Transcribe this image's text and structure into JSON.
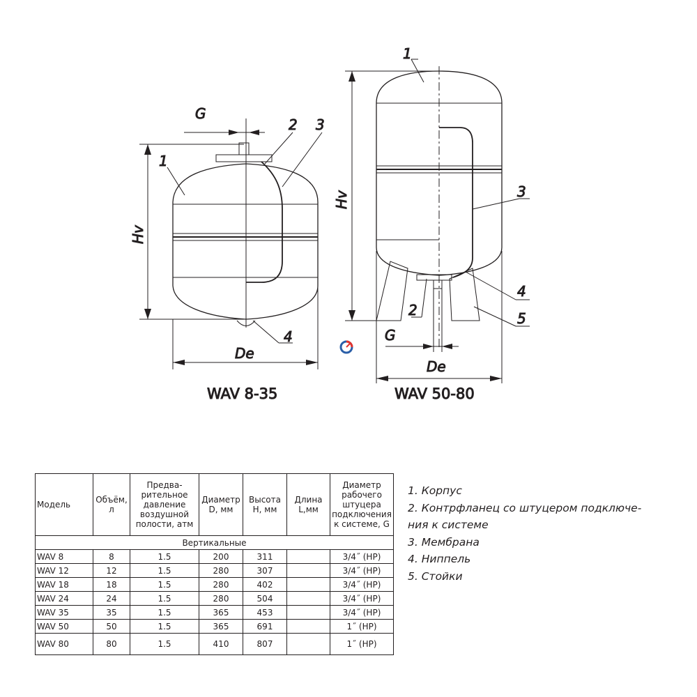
{
  "drawing": {
    "left": {
      "caption": "WAV 8-35",
      "dim_g": "G",
      "dim_h": "Hv",
      "dim_d": "De",
      "callouts": [
        "1",
        "2",
        "3",
        "4"
      ]
    },
    "right": {
      "caption": "WAV 50-80",
      "dim_g": "G",
      "dim_h": "Hv",
      "dim_d": "De",
      "callouts": [
        "1",
        "2",
        "3",
        "4",
        "5"
      ]
    }
  },
  "table": {
    "headers": [
      "Модель",
      "Объём, л",
      "Предва-рительное давление воздушной полости, атм",
      "Диаметр D, мм",
      "Высота H, мм",
      "Длина L,мм",
      "Диаметр рабочего штуцера подключения к системе, G"
    ],
    "group": "Вертикальные",
    "rows": [
      [
        "WAV 8",
        "8",
        "1.5",
        "200",
        "311",
        "",
        "3/4˝ (HP)"
      ],
      [
        "WAV 12",
        "12",
        "1.5",
        "280",
        "307",
        "",
        "3/4˝ (HP)"
      ],
      [
        "WAV 18",
        "18",
        "1.5",
        "280",
        "402",
        "",
        "3/4˝ (HP)"
      ],
      [
        "WAV 24",
        "24",
        "1.5",
        "280",
        "504",
        "",
        "3/4˝ (HP)"
      ],
      [
        "WAV 35",
        "35",
        "1.5",
        "365",
        "453",
        "",
        "3/4˝ (HP)"
      ],
      [
        "WAV 50",
        "50",
        "1.5",
        "365",
        "691",
        "",
        "1˝ (HP)"
      ],
      [
        "WAV 80",
        "80",
        "1.5",
        "410",
        "807",
        "",
        "1˝ (HP)"
      ]
    ]
  },
  "legend": [
    "1. Корпус",
    "2. Контрфланец со штуцером подключе-",
    "ния к системе",
    "3. Мембрана",
    "4. Ниппель",
    "5. Стойки"
  ],
  "colors": {
    "ink": "#231f20",
    "logo_red": "#e3342f",
    "logo_blue": "#2b5fa8"
  }
}
